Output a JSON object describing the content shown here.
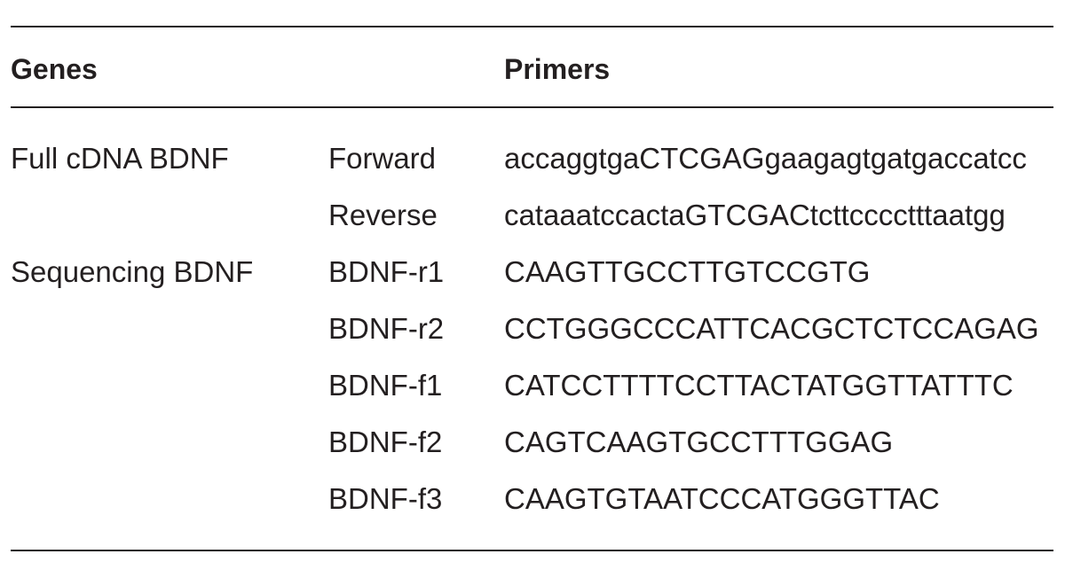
{
  "table": {
    "headers": {
      "genes": "Genes",
      "primers": "Primers"
    },
    "rows": [
      {
        "gene": "Full cDNA BDNF",
        "direction": "Forward",
        "primer": "accaggtgaCTCGAGgaagagtgatgaccatcc"
      },
      {
        "gene": "",
        "direction": "Reverse",
        "primer": "cataaatccactaGTCGACtcttcccctttaatgg"
      },
      {
        "gene": "Sequencing BDNF",
        "direction": "BDNF-r1",
        "primer": "CAAGTTGCCTTGTCCGTG"
      },
      {
        "gene": "",
        "direction": "BDNF-r2",
        "primer": "CCTGGGCCCATTCACGCTCTCCAGAG"
      },
      {
        "gene": "",
        "direction": "BDNF-f1",
        "primer": "CATCCTTTTCCTTACTATGGTTATTTC"
      },
      {
        "gene": "",
        "direction": "BDNF-f2",
        "primer": "CAGTCAAGTGCCTTTGGAG"
      },
      {
        "gene": "",
        "direction": "BDNF-f3",
        "primer": "CAAGTGTAATCCCATGGGTTAC"
      }
    ]
  }
}
